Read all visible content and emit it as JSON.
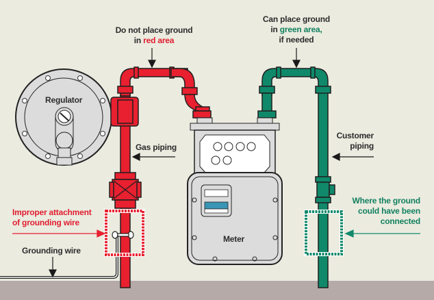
{
  "colors": {
    "background": "#ebebe0",
    "ground": "#b5aaa7",
    "red_pipe": "#e8202f",
    "green_pipe": "#10896a",
    "outline": "#1f1f1f",
    "metal": "#dcdcdc",
    "meter_window": "#3a94b4"
  },
  "labels": {
    "do_not_place_line1": "Do not place ground",
    "do_not_place_prefix": "in ",
    "do_not_place_highlight": "red area",
    "can_place_line1": "Can place ground",
    "can_place_prefix": "in ",
    "can_place_highlight": "green area",
    "can_place_suffix": ",",
    "can_place_line3": "if needed",
    "regulator": "Regulator",
    "gas_piping": "Gas piping",
    "meter": "Meter",
    "customer_piping_line1": "Customer",
    "customer_piping_line2": "piping",
    "improper_line1": "Improper attachment",
    "improper_line2": "of grounding wire",
    "grounding_wire": "Grounding wire",
    "where_ground_line1": "Where the ground",
    "where_ground_line2": "could have been",
    "where_ground_line3": "connected"
  }
}
